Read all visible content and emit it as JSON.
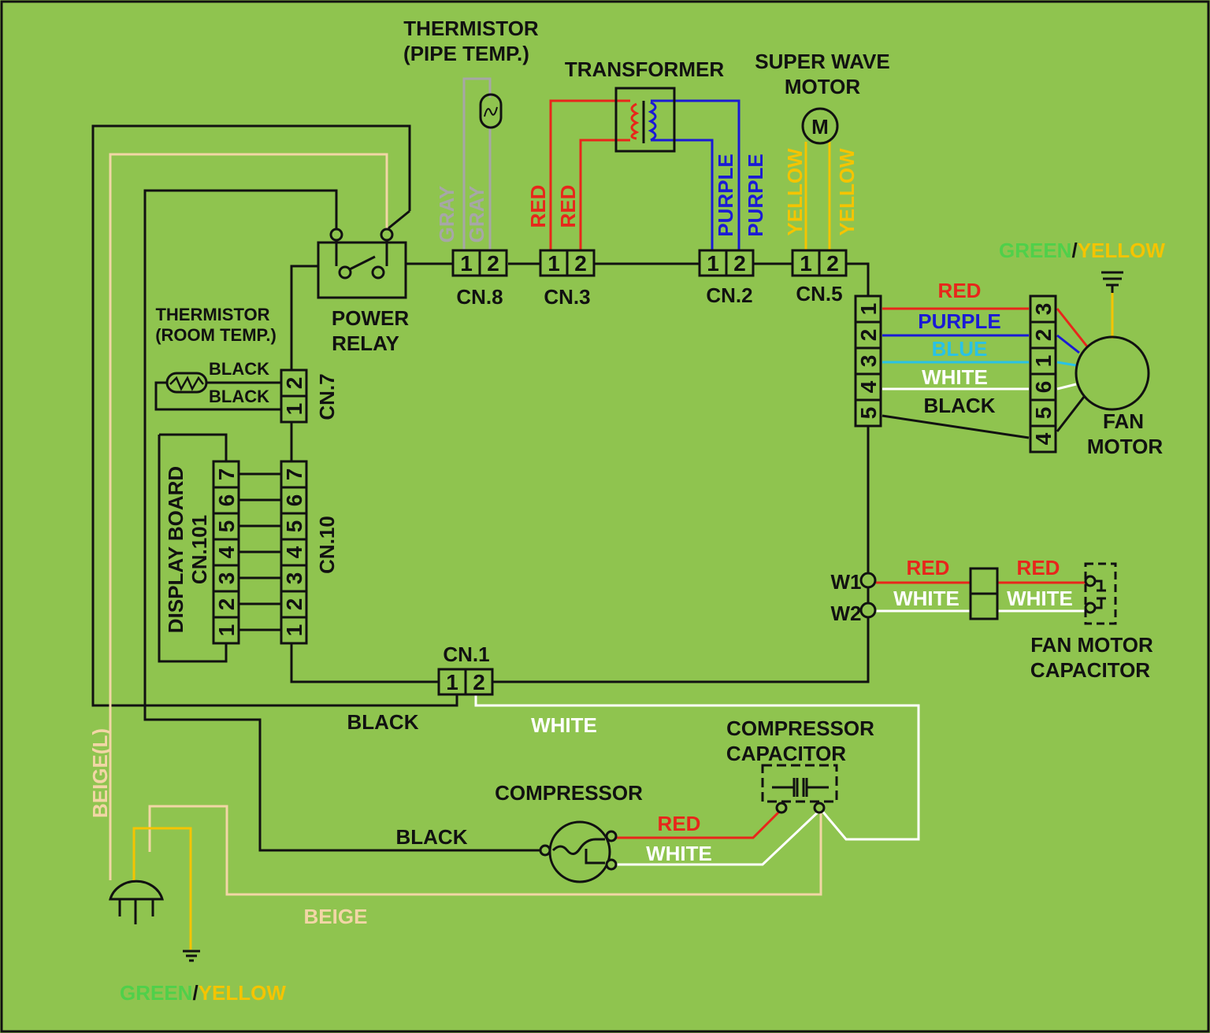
{
  "colors": {
    "background": "#8fc44f",
    "black": "#111111",
    "red": "#e8261b",
    "purple": "#1a1ad6",
    "blue": "#29c2e6",
    "white": "#ffffff",
    "gray": "#a7a7a7",
    "yellow": "#f5c400",
    "green": "#4fd04a",
    "beige": "#f2d6a6"
  },
  "components": {
    "thermistor_pipe": [
      "THERMISTOR",
      "(PIPE TEMP.)"
    ],
    "transformer": "TRANSFORMER",
    "super_wave_motor": [
      "SUPER WAVE",
      "MOTOR"
    ],
    "motor_symbol": "M",
    "power_relay": [
      "POWER",
      "RELAY"
    ],
    "thermistor_room": [
      "THERMISTOR",
      "(ROOM TEMP.)"
    ],
    "display_board": "DISPLAY BOARD",
    "fan_motor": [
      "FAN",
      "MOTOR"
    ],
    "fan_motor_capacitor": [
      "FAN MOTOR",
      "CAPACITOR"
    ],
    "compressor_capacitor": [
      "COMPRESSOR",
      "CAPACITOR"
    ],
    "compressor": "COMPRESSOR"
  },
  "connectors": {
    "cn8": "CN.8",
    "cn3": "CN.3",
    "cn2": "CN.2",
    "cn5": "CN.5",
    "cn7": "CN.7",
    "cn10": "CN.10",
    "cn101": "CN.101",
    "cn1": "CN.1",
    "w1": "W1",
    "w2": "W2"
  },
  "pins": {
    "two": [
      "1",
      "2"
    ],
    "seven": [
      "1",
      "2",
      "3",
      "4",
      "5",
      "6",
      "7"
    ],
    "five": [
      "1",
      "2",
      "3",
      "4",
      "5"
    ],
    "fan_motor_pins": [
      "3",
      "2",
      "1",
      "6",
      "5",
      "4"
    ]
  },
  "wire_labels": {
    "gray": "GRAY",
    "red": "RED",
    "purple": "PURPLE",
    "yellow": "YELLOW",
    "black": "BLACK",
    "blue": "BLUE",
    "white": "WHITE",
    "beige": "BEIGE",
    "beige_l": "BEIGE(L)",
    "green": "GREEN",
    "slash": "/"
  }
}
